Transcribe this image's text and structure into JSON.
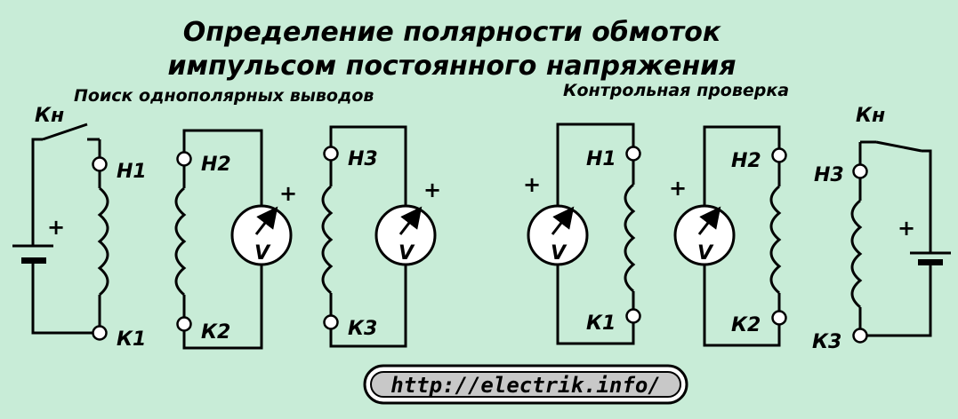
{
  "title": {
    "line1": "Определение полярности обмоток",
    "line2": "импульсом постоянного напряжения"
  },
  "subtitles": {
    "left": "Поиск однополярных выводов",
    "right": "Контрольная проверка"
  },
  "switch_label": "Кн",
  "plus": "+",
  "meter_letter": "V",
  "terminals": {
    "h1": "Н1",
    "k1": "К1",
    "h2": "Н2",
    "k2": "К2",
    "h3": "Н3",
    "k3": "К3"
  },
  "url": "http://electrik.info/",
  "colors": {
    "background": "#c8ecd7",
    "ink": "#000000",
    "terminal_fill": "#ffffff"
  }
}
